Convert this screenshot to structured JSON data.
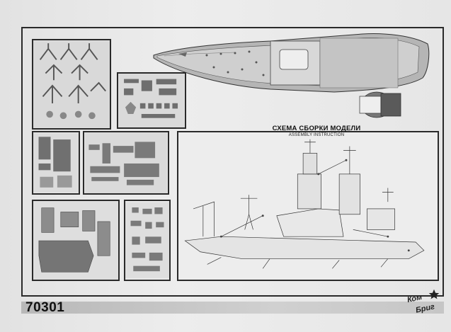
{
  "sheet": {
    "code": "70301",
    "title_ru": "СХЕМА СБОРКИ МОДЕЛИ",
    "title_en": "ASSEMBLY INSTRUCTION",
    "brand": {
      "line1": "Ком",
      "line2": "Бриг"
    }
  },
  "colors": {
    "ink": "#2a2a2a",
    "paper": "#e9e9e9",
    "part_grey": "#8a8a8a",
    "hull_dark": "#5a5a5a"
  },
  "icons": [
    "star-icon",
    "ship-hull-icon",
    "ship-schematic-icon"
  ]
}
